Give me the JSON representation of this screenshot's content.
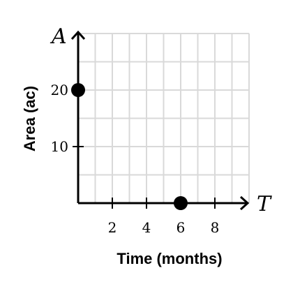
{
  "chart_data": {
    "type": "scatter",
    "xlabel": "Time (months)",
    "ylabel": "Area (ac)",
    "x_var": "T",
    "y_var": "A",
    "xlim": [
      0,
      10
    ],
    "ylim": [
      0,
      30
    ],
    "xticks": [
      2,
      4,
      6,
      8
    ],
    "yticks": [
      10,
      20
    ],
    "grid": true,
    "points": [
      {
        "x": 0,
        "y": 20
      },
      {
        "x": 6,
        "y": 0
      }
    ]
  }
}
